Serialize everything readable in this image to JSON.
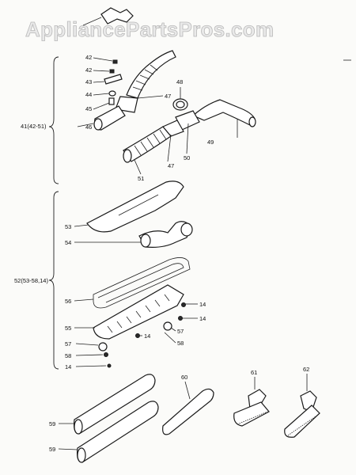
{
  "watermark": "AppliancePartsPros.com",
  "callouts": {
    "c42a": "42",
    "c42b": "42",
    "c43": "43",
    "c44": "44",
    "c45": "45",
    "c46": "46",
    "c47a": "47",
    "c48": "48",
    "c49": "49",
    "c50": "50",
    "c47b": "47",
    "c51": "51",
    "c41": "41(42-51)",
    "c53": "53",
    "c54": "54",
    "c52": "52(53-58,14)",
    "c56": "56",
    "c14a": "14",
    "c14b": "14",
    "c55": "55",
    "c14c": "14",
    "c57a": "57",
    "c57b": "57",
    "c58a": "58",
    "c58b": "58",
    "c14d": "14",
    "c59a": "59",
    "c59b": "59",
    "c60": "60",
    "c61": "61",
    "c62": "62"
  }
}
